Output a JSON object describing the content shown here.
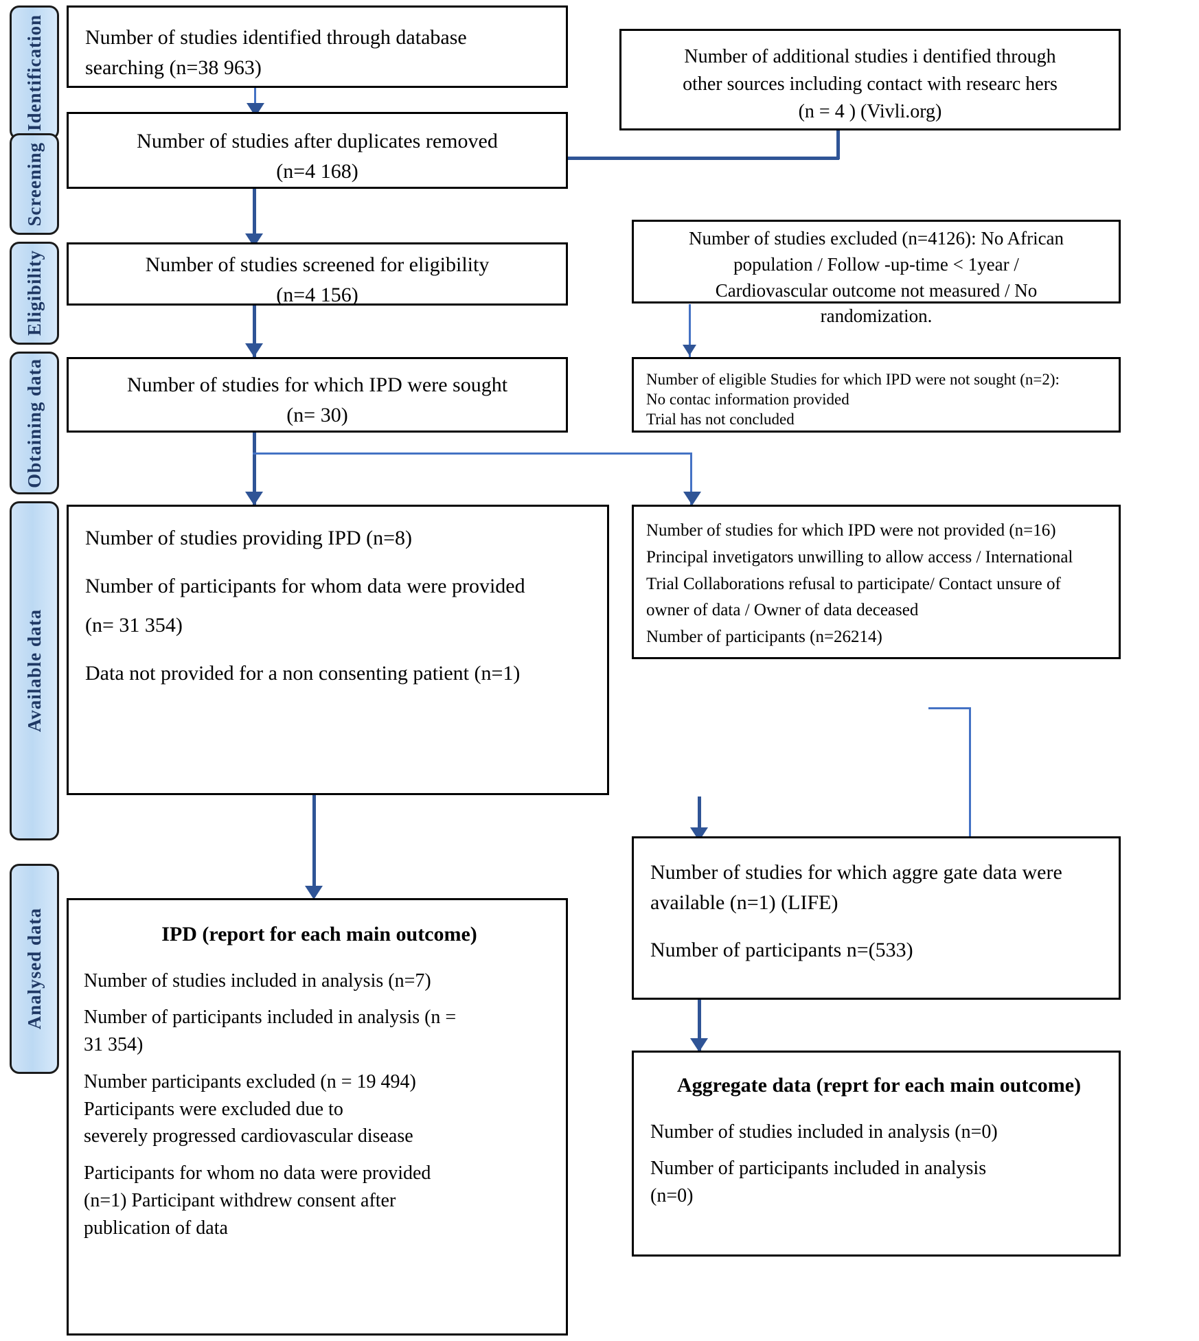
{
  "diagram": {
    "type": "prisma-ipd-flow",
    "stages": [
      {
        "id": "identification",
        "label": "Identification"
      },
      {
        "id": "screening",
        "label": "Screening"
      },
      {
        "id": "eligibility",
        "label": "Eligibility"
      },
      {
        "id": "obtaining-data",
        "label": "Obtaining  data"
      },
      {
        "id": "available-data",
        "label": "Available  data"
      },
      {
        "id": "analysed-data",
        "label": "Analysed data"
      }
    ],
    "boxes": {
      "identified_database": {
        "lines": [
          "Number of studies identified through database",
          "searching (n=38 963)"
        ]
      },
      "additional_sources": {
        "lines": [
          "Number of additional studies i dentified through",
          "other sources including contact with researc hers",
          "(n =  4 ) (Vivli.org)"
        ]
      },
      "duplicates_removed": {
        "lines": [
          "Number of studies after duplicates removed",
          "(n=4 168)"
        ]
      },
      "screened_eligibility": {
        "lines": [
          "Number of studies screened for eligibility",
          "(n=4 156)"
        ]
      },
      "studies_excluded": {
        "lines": [
          "Number of studies excluded (n=4126):  No African",
          "population / Follow -up-time < 1year /",
          "Cardiovascular outcome not measured / No",
          "randomization."
        ]
      },
      "ipd_sought": {
        "lines": [
          "Number of studies for which IPD were  sought",
          "(n= 30)"
        ]
      },
      "ipd_not_sought": {
        "lines": [
          "Number of eligible Studies  for which IPD were not sought (n=2):",
          "No contac information provided",
          "Trial has not concluded"
        ]
      },
      "ipd_provided": {
        "lines": [
          "Number of studies providing IPD (n=8)",
          "Number of participants for whom  data were provided",
          "(n= 31  354)",
          "Data not provided for a non consenting patient (n=1)"
        ]
      },
      "ipd_not_provided": {
        "lines": [
          "Number of studies for which IPD were not provided  (n=16)",
          "Principal invetigators unwilling to allow access / International",
          "Trial Collaborations refusal to participate/ Contact unsure of",
          "owner of data / Owner of data deceased",
          "Number of participants (n=26214)"
        ]
      },
      "aggregate_available": {
        "lines": [
          "Number of studies for which aggre gate data were",
          "available  (n=1) (LIFE)",
          " Number of participants n=(533)"
        ]
      },
      "ipd_report": {
        "title": "IPD  (report  for each main  outcome)",
        "lines": [
          "Number of studies included in analysis (n=7)",
          "Number of participants included in analysis (n =",
          "31 354)",
          "Number  participants excluded   (n = 19 494)",
          "Participants were  excluded due to",
          "severely progressed cardiovascular disease",
          "Participants for whom  no data were provided",
          "(n=1) Participant withdrew consent after",
          "publication of data"
        ]
      },
      "aggregate_report": {
        "title": "Aggregate data  (reprt for each main outcome)",
        "lines": [
          "Number of studies included in analysis (n=0)",
          "Number of participants included in analysis",
          "(n=0)"
        ]
      }
    },
    "colors": {
      "stage_fill": "#bdd7ee",
      "stage_text": "#1f3864",
      "box_border": "#000000",
      "arrow": "#2f5496",
      "connector_thin": "#4472c4"
    }
  }
}
